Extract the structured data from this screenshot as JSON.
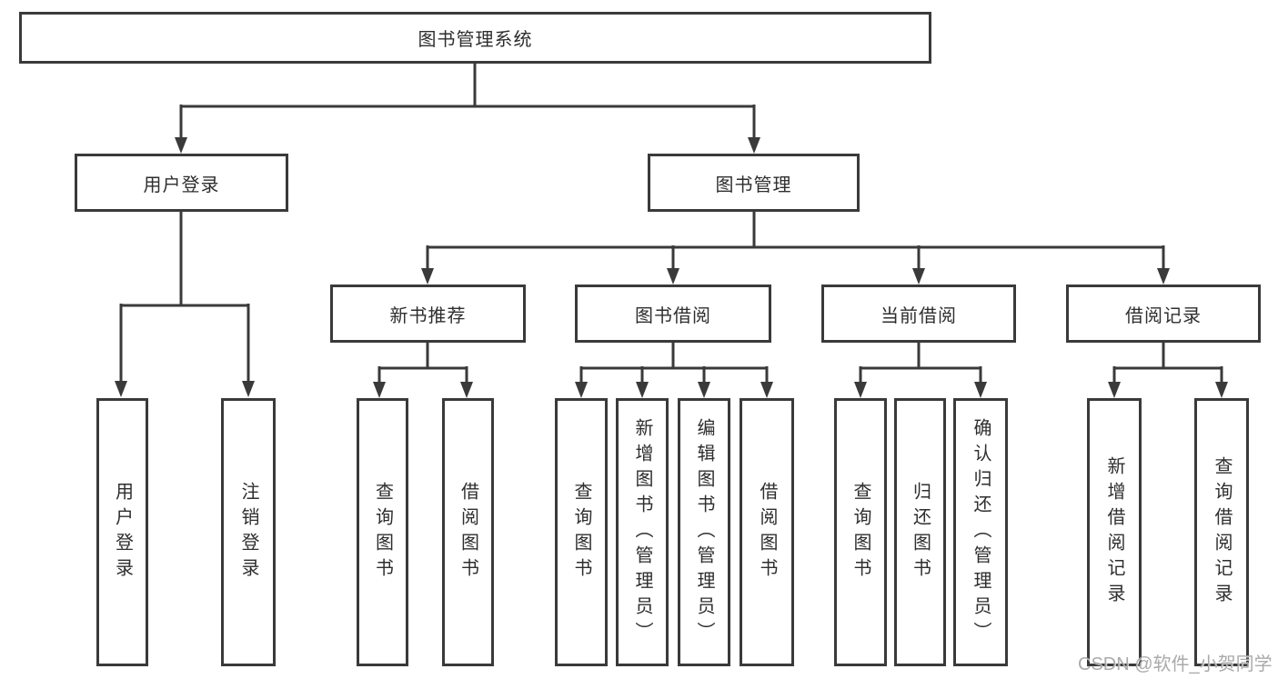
{
  "diagram": {
    "root": {
      "label": "图书管理系统"
    },
    "level2": [
      {
        "id": "user-login",
        "label": "用户登录"
      },
      {
        "id": "book-management",
        "label": "图书管理"
      }
    ],
    "level3": [
      {
        "id": "new-book-recommend",
        "label": "新书推荐"
      },
      {
        "id": "book-borrow",
        "label": "图书借阅"
      },
      {
        "id": "current-borrow",
        "label": "当前借阅"
      },
      {
        "id": "borrow-records",
        "label": "借阅记录"
      }
    ],
    "level4": {
      "user_login": [
        "用户登录",
        "注销登录"
      ],
      "new_book_recommend": [
        "查询图书",
        "借阅图书"
      ],
      "book_borrow": [
        "查询图书",
        "新增图书（管理员）",
        "编辑图书（管理员）",
        "借阅图书"
      ],
      "current_borrow": [
        "查询图书",
        "归还图书",
        "确认归还（管理员）"
      ],
      "borrow_records": [
        "新增借阅记录",
        "查询借阅记录"
      ]
    }
  },
  "watermark": {
    "text": "CSDN @软件_小贺同学"
  },
  "colors": {
    "line": "#3a3a3a",
    "box_border": "#3a3a3a",
    "text": "#2e2e2e",
    "watermark": "#a5a5a5",
    "background": "#ffffff"
  }
}
